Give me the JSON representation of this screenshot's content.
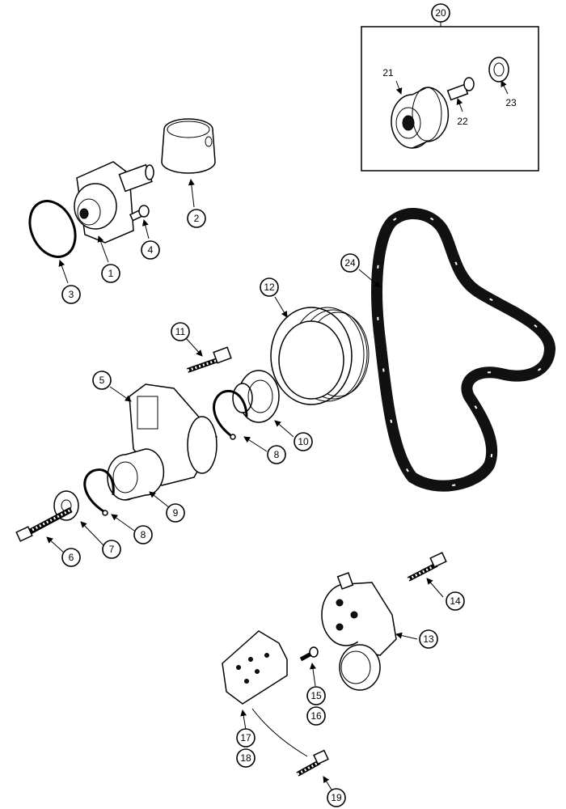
{
  "diagram": {
    "callouts": [
      "20",
      "21",
      "22",
      "23",
      "2",
      "1",
      "3",
      "4",
      "24",
      "12",
      "11",
      "5",
      "10",
      "8",
      "9",
      "6",
      "7",
      "14",
      "13",
      "15",
      "16",
      "17",
      "18",
      "19"
    ],
    "plain_labels": [
      "21",
      "22",
      "23"
    ]
  }
}
